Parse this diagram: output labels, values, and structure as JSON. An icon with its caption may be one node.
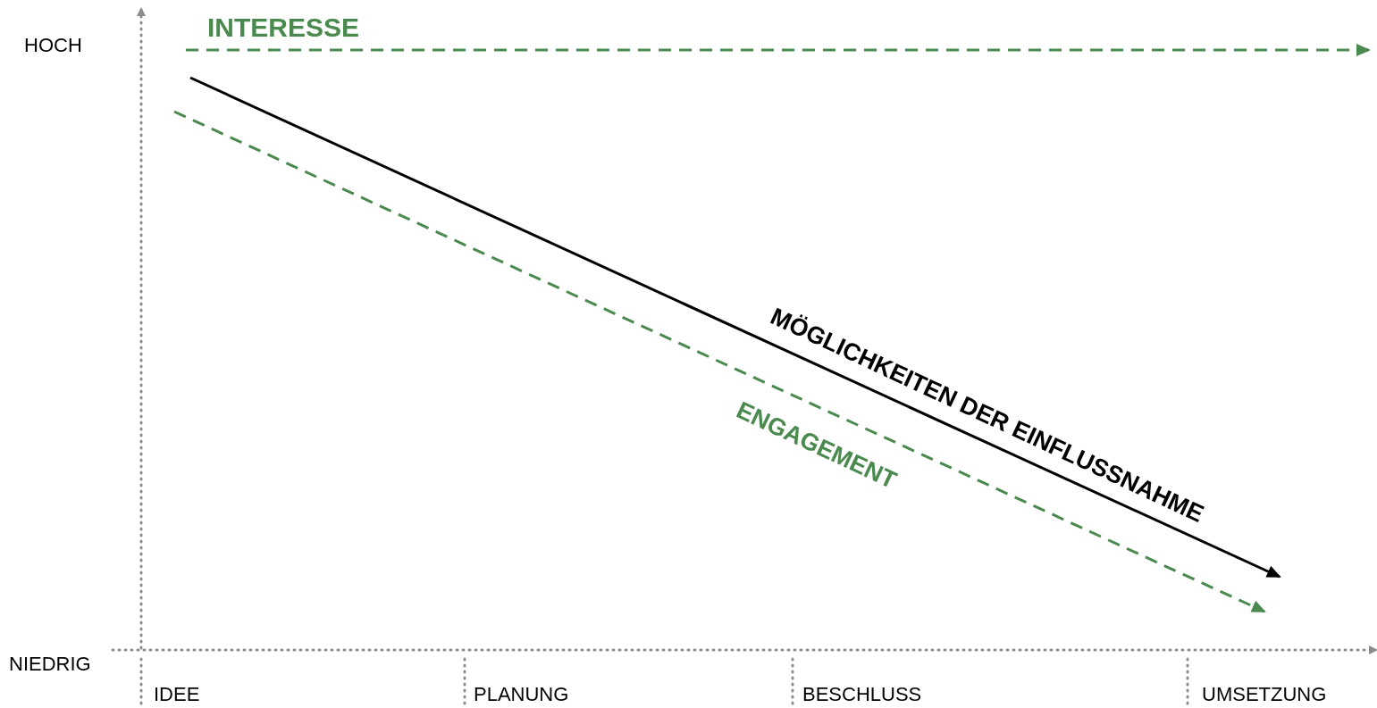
{
  "diagram": {
    "labels": [
      "HOCH",
      "INTERESSE",
      "MÖGLICHKEITEN DER EINFLUSSNAHME",
      "ENGAGEMENT",
      "NIEDRIG",
      "IDEE",
      "PLANUNG",
      "BESCHLUSS",
      "UMSETZUNG"
    ]
  }
}
